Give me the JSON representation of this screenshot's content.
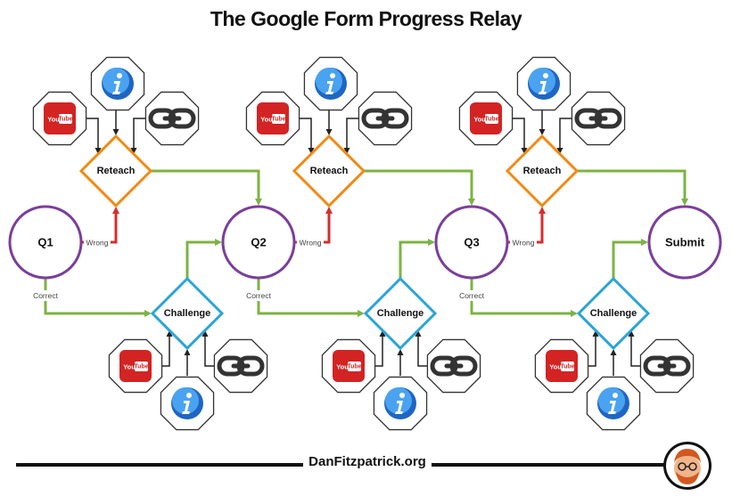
{
  "title": "The Google Form Progress Relay",
  "footer": {
    "site": "DanFitzpatrick.org"
  },
  "questions": [
    "Q1",
    "Q2",
    "Q3"
  ],
  "submit_label": "Submit",
  "reteach_label": "Reteach",
  "challenge_label": "Challenge",
  "wrong_label": "Wrong",
  "correct_label": "Correct",
  "resource_icons": [
    "youtube-icon",
    "info-icon",
    "link-icon"
  ],
  "youtube_text": {
    "you": "You",
    "tube": "Tube"
  },
  "colors": {
    "circle": "#7b3f98",
    "reteach": "#f08a14",
    "challenge": "#2aa4d8",
    "correct_path": "#7cb342",
    "wrong_path": "#d32f2f",
    "youtube": "#d32323",
    "info": "#2b7fd4"
  }
}
